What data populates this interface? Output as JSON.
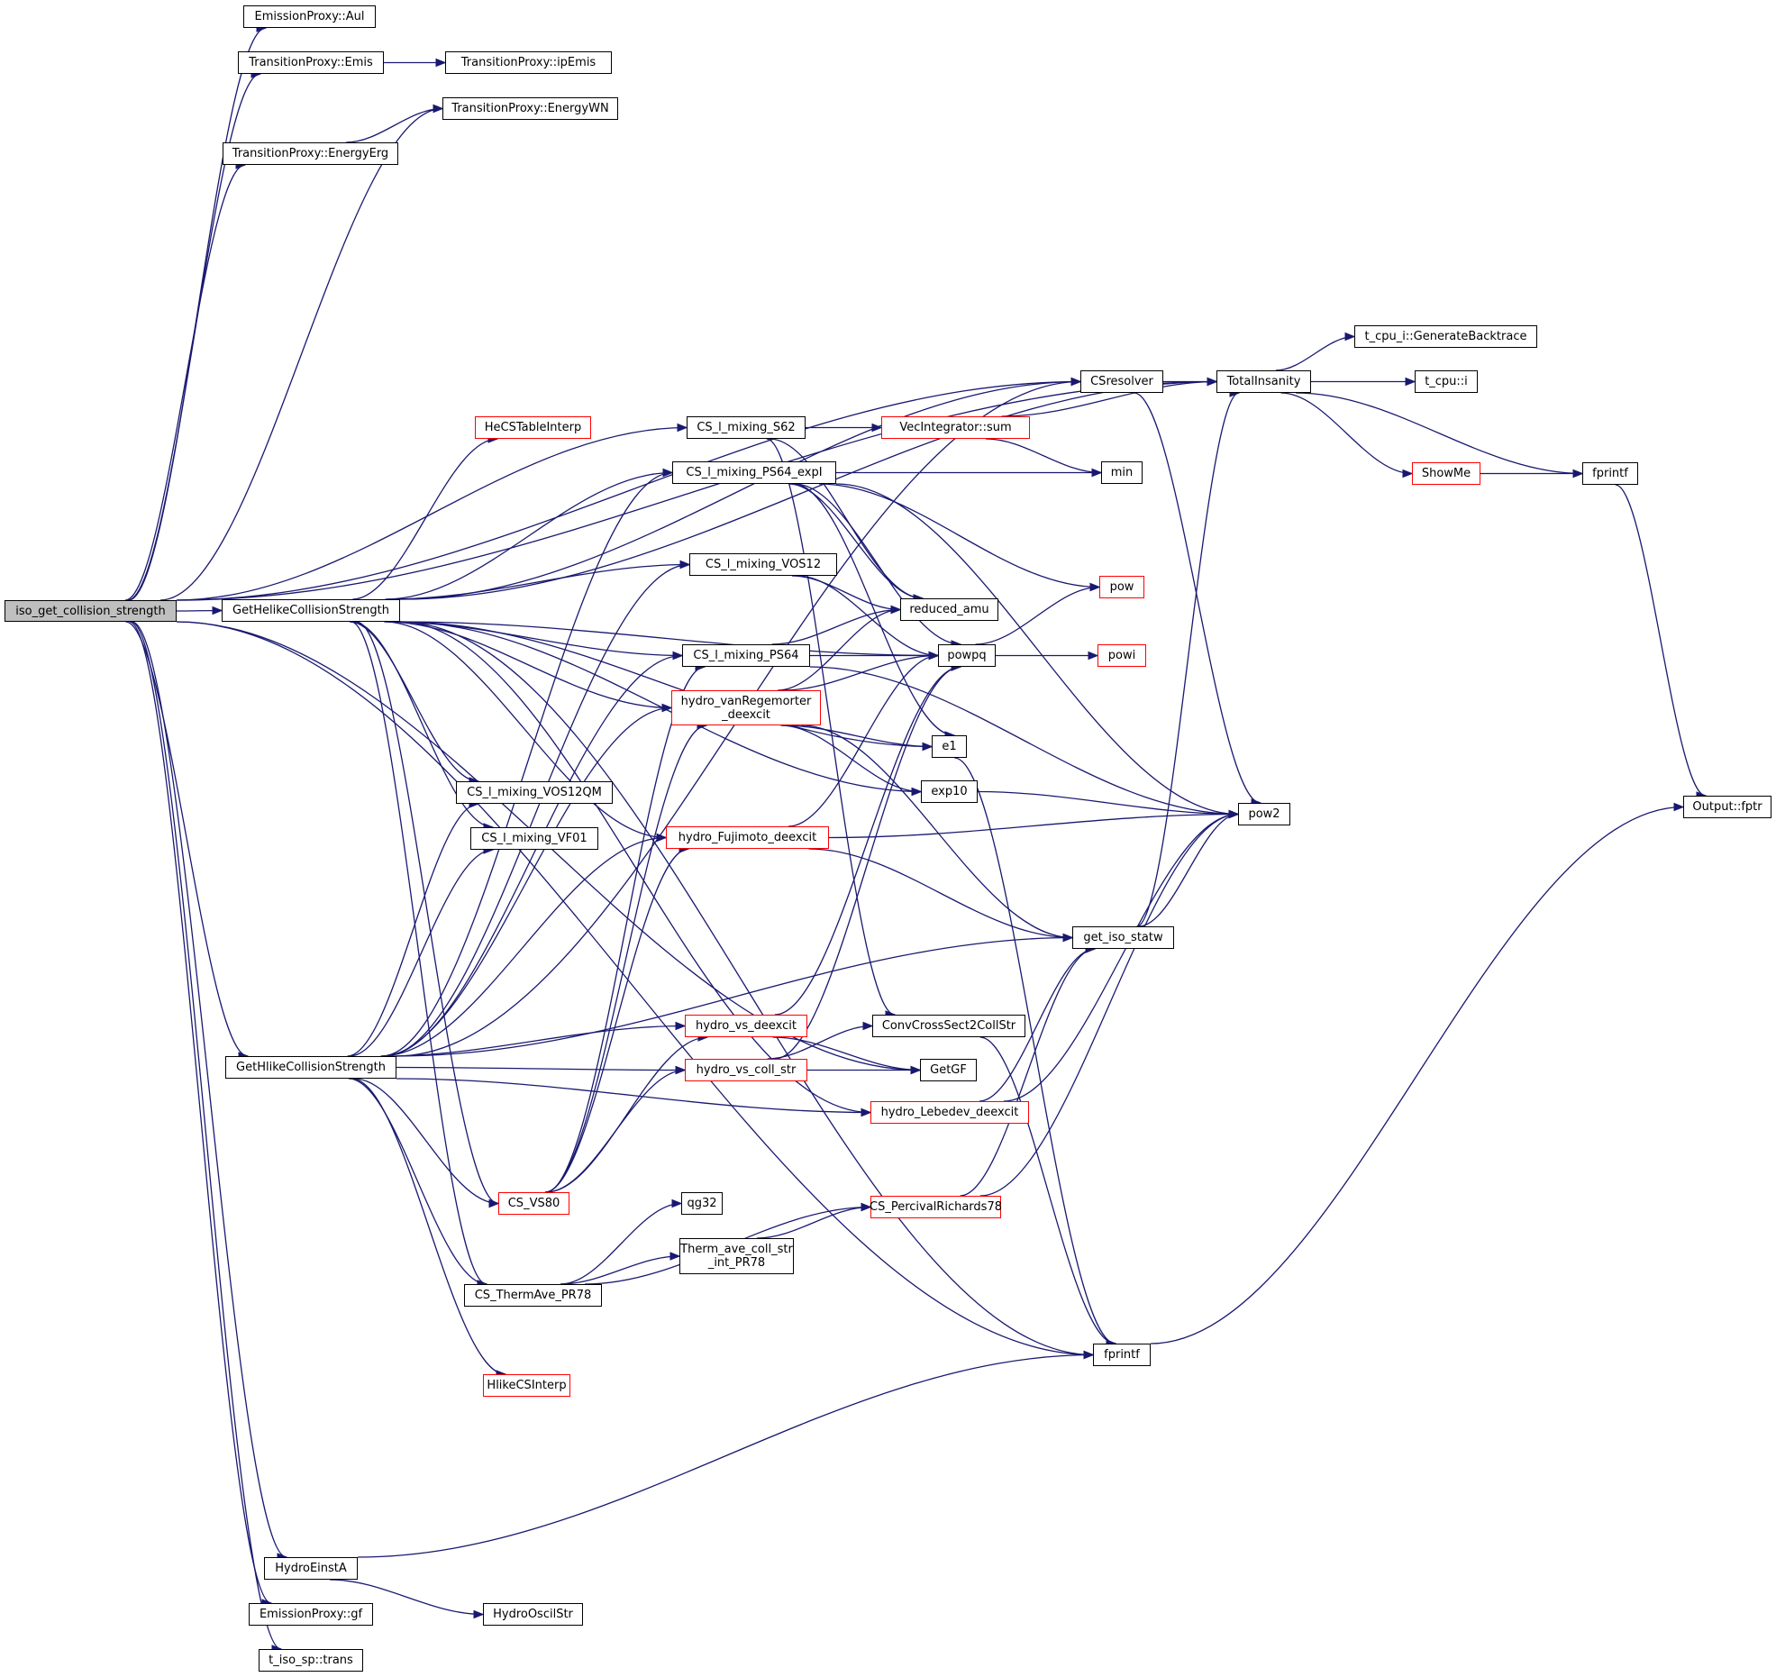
{
  "title": "Call graph of iso_get_collision_strength",
  "colors": {
    "edge": "#191970",
    "root_fill": "#bfbfbf",
    "truncated_border": "#ff0000",
    "normal_border": "#000000"
  },
  "nodes": {
    "root": {
      "label": "iso_get_collision_strength",
      "root": true
    },
    "aul": {
      "label": "EmissionProxy::Aul"
    },
    "emis": {
      "label": "TransitionProxy::Emis"
    },
    "ipemis": {
      "label": "TransitionProxy::ipEmis"
    },
    "energywn": {
      "label": "TransitionProxy::EnergyWN"
    },
    "energyerg": {
      "label": "TransitionProxy::EnergyErg"
    },
    "totalinsanity": {
      "label": "TotalInsanity"
    },
    "csresolver": {
      "label": "CSresolver"
    },
    "backtrace": {
      "label": "t_cpu_i::GenerateBacktrace"
    },
    "tcpui": {
      "label": "t_cpu::i"
    },
    "gethelike": {
      "label": "GetHelikeCollisionStrength"
    },
    "hecstable": {
      "label": "HeCSTableInterp",
      "truncated": true
    },
    "s62": {
      "label": "CS_l_mixing_S62"
    },
    "vecsum": {
      "label": "VecIntegrator::sum",
      "truncated": true
    },
    "ps64expi": {
      "label": "CS_l_mixing_PS64_expI"
    },
    "min": {
      "label": "min"
    },
    "showme": {
      "label": "ShowMe",
      "truncated": true
    },
    "fprintf1": {
      "label": "fprintf"
    },
    "vos12": {
      "label": "CS_l_mixing_VOS12"
    },
    "reducedamu": {
      "label": "reduced_amu"
    },
    "pow": {
      "label": "pow",
      "truncated": true
    },
    "ps64": {
      "label": "CS_l_mixing_PS64"
    },
    "powpq": {
      "label": "powpq"
    },
    "powi": {
      "label": "powi",
      "truncated": true
    },
    "vanreg": {
      "label": "hydro_vanRegemorter\n_deexcit",
      "truncated": true
    },
    "e1": {
      "label": "e1"
    },
    "exp10": {
      "label": "exp10"
    },
    "pow2": {
      "label": "pow2"
    },
    "fptr": {
      "label": "Output::fptr"
    },
    "vos12qm": {
      "label": "CS_l_mixing_VOS12QM"
    },
    "vf01": {
      "label": "CS_l_mixing_VF01"
    },
    "fujimoto": {
      "label": "hydro_Fujimoto_deexcit",
      "truncated": true
    },
    "isostatw": {
      "label": "get_iso_statw"
    },
    "vsdeexcit": {
      "label": "hydro_vs_deexcit",
      "truncated": true
    },
    "convcross": {
      "label": "ConvCrossSect2CollStr"
    },
    "vscollstr": {
      "label": "hydro_vs_coll_str",
      "truncated": true
    },
    "getgf": {
      "label": "GetGF"
    },
    "gethlike": {
      "label": "GetHlikeCollisionStrength"
    },
    "lebedev": {
      "label": "hydro_Lebedev_deexcit",
      "truncated": true
    },
    "vs80": {
      "label": "CS_VS80",
      "truncated": true
    },
    "qg32": {
      "label": "qg32"
    },
    "percival": {
      "label": "CS_PercivalRichards78",
      "truncated": true
    },
    "thermint": {
      "label": "Therm_ave_coll_str\n_int_PR78"
    },
    "thermave": {
      "label": "CS_ThermAve_PR78"
    },
    "fprintf2": {
      "label": "fprintf"
    },
    "hlikecs": {
      "label": "HlikeCSInterp",
      "truncated": true
    },
    "einsta": {
      "label": "HydroEinstA"
    },
    "oscilstr": {
      "label": "HydroOscilStr"
    },
    "gf": {
      "label": "EmissionProxy::gf"
    },
    "trans": {
      "label": "t_iso_sp::trans"
    }
  },
  "edges": [
    [
      "root",
      "aul"
    ],
    [
      "root",
      "emis"
    ],
    [
      "root",
      "energywn"
    ],
    [
      "root",
      "energyerg"
    ],
    [
      "root",
      "totalinsanity"
    ],
    [
      "root",
      "csresolver"
    ],
    [
      "root",
      "gethelike"
    ],
    [
      "root",
      "s62"
    ],
    [
      "root",
      "gethlike"
    ],
    [
      "root",
      "fprintf2"
    ],
    [
      "root",
      "einsta"
    ],
    [
      "root",
      "gf"
    ],
    [
      "root",
      "trans"
    ],
    [
      "root",
      "getgf"
    ],
    [
      "emis",
      "ipemis"
    ],
    [
      "energyerg",
      "energywn"
    ],
    [
      "csresolver",
      "totalinsanity"
    ],
    [
      "csresolver",
      "pow2"
    ],
    [
      "totalinsanity",
      "backtrace"
    ],
    [
      "totalinsanity",
      "tcpui"
    ],
    [
      "totalinsanity",
      "showme"
    ],
    [
      "totalinsanity",
      "fprintf1"
    ],
    [
      "showme",
      "fprintf1"
    ],
    [
      "fprintf1",
      "fptr"
    ],
    [
      "fprintf2",
      "fptr"
    ],
    [
      "gethelike",
      "totalinsanity"
    ],
    [
      "gethelike",
      "csresolver"
    ],
    [
      "gethelike",
      "hecstable"
    ],
    [
      "gethelike",
      "ps64expi"
    ],
    [
      "gethelike",
      "vos12"
    ],
    [
      "gethelike",
      "ps64"
    ],
    [
      "gethelike",
      "powpq"
    ],
    [
      "gethelike",
      "vanreg"
    ],
    [
      "gethelike",
      "fujimoto"
    ],
    [
      "gethelike",
      "exp10"
    ],
    [
      "gethelike",
      "vos12qm"
    ],
    [
      "gethelike",
      "vf01"
    ],
    [
      "gethelike",
      "vs80"
    ],
    [
      "gethelike",
      "thermave"
    ],
    [
      "gethelike",
      "fprintf2"
    ],
    [
      "gethelike",
      "lebedev"
    ],
    [
      "gethelike",
      "e1"
    ],
    [
      "s62",
      "vecsum"
    ],
    [
      "s62",
      "reducedamu"
    ],
    [
      "s62",
      "convcross"
    ],
    [
      "vecsum",
      "totalinsanity"
    ],
    [
      "vecsum",
      "min"
    ],
    [
      "ps64expi",
      "min"
    ],
    [
      "ps64expi",
      "pow"
    ],
    [
      "ps64expi",
      "reducedamu"
    ],
    [
      "ps64expi",
      "powpq"
    ],
    [
      "ps64expi",
      "e1"
    ],
    [
      "ps64expi",
      "pow2"
    ],
    [
      "vos12",
      "reducedamu"
    ],
    [
      "vos12",
      "powpq"
    ],
    [
      "ps64",
      "reducedamu"
    ],
    [
      "ps64",
      "powpq"
    ],
    [
      "ps64",
      "pow2"
    ],
    [
      "powpq",
      "pow"
    ],
    [
      "powpq",
      "powi"
    ],
    [
      "vanreg",
      "reducedamu"
    ],
    [
      "vanreg",
      "powpq"
    ],
    [
      "vanreg",
      "e1"
    ],
    [
      "vanreg",
      "exp10"
    ],
    [
      "vanreg",
      "isostatw"
    ],
    [
      "e1",
      "fprintf2"
    ],
    [
      "exp10",
      "pow2"
    ],
    [
      "fujimoto",
      "powpq"
    ],
    [
      "fujimoto",
      "pow2"
    ],
    [
      "fujimoto",
      "isostatw"
    ],
    [
      "isostatw",
      "totalinsanity"
    ],
    [
      "isostatw",
      "pow2"
    ],
    [
      "gethlike",
      "vos12qm"
    ],
    [
      "gethlike",
      "vf01"
    ],
    [
      "gethlike",
      "ps64expi"
    ],
    [
      "gethlike",
      "vos12"
    ],
    [
      "gethlike",
      "ps64"
    ],
    [
      "gethlike",
      "vanreg"
    ],
    [
      "gethlike",
      "fujimoto"
    ],
    [
      "gethlike",
      "isostatw"
    ],
    [
      "gethlike",
      "vsdeexcit"
    ],
    [
      "gethlike",
      "vscollstr"
    ],
    [
      "gethlike",
      "lebedev"
    ],
    [
      "gethlike",
      "vs80"
    ],
    [
      "gethlike",
      "thermave"
    ],
    [
      "gethlike",
      "hlikecs"
    ],
    [
      "gethlike",
      "csresolver"
    ],
    [
      "vsdeexcit",
      "powpq"
    ],
    [
      "vsdeexcit",
      "getgf"
    ],
    [
      "vscollstr",
      "convcross"
    ],
    [
      "vscollstr",
      "getgf"
    ],
    [
      "vscollstr",
      "powpq"
    ],
    [
      "convcross",
      "fprintf2"
    ],
    [
      "lebedev",
      "isostatw"
    ],
    [
      "lebedev",
      "pow2"
    ],
    [
      "vs80",
      "vanreg"
    ],
    [
      "vs80",
      "fujimoto"
    ],
    [
      "vs80",
      "vscollstr"
    ],
    [
      "vs80",
      "ps64"
    ],
    [
      "vs80",
      "vsdeexcit"
    ],
    [
      "thermave",
      "qg32"
    ],
    [
      "thermave",
      "thermint"
    ],
    [
      "thermave",
      "percival"
    ],
    [
      "thermint",
      "percival"
    ],
    [
      "percival",
      "isostatw"
    ],
    [
      "percival",
      "pow2"
    ],
    [
      "einsta",
      "oscilstr"
    ],
    [
      "einsta",
      "fprintf2"
    ]
  ]
}
